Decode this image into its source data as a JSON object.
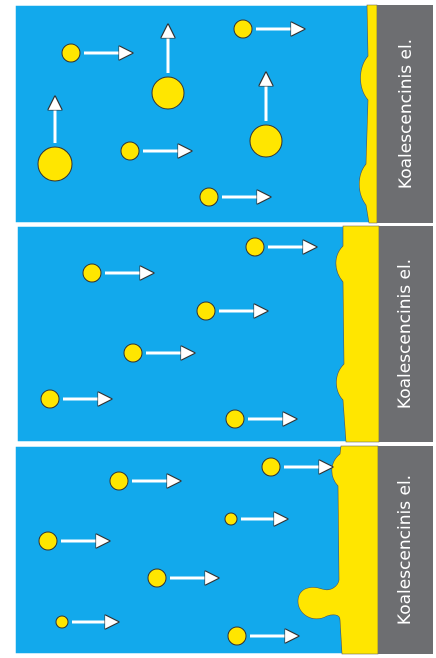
{
  "figure": {
    "panels": [
      {
        "electrode_label": "Koalescencinis el."
      },
      {
        "electrode_label": "Koalescencinis el."
      },
      {
        "electrode_label": "Koalescencinis el."
      }
    ]
  },
  "colors": {
    "water": "#12a9ec",
    "oil": "#ffe600",
    "electrode": "#6d6e71",
    "arrow": "#ffffff",
    "outline": "#1a1a1a"
  }
}
